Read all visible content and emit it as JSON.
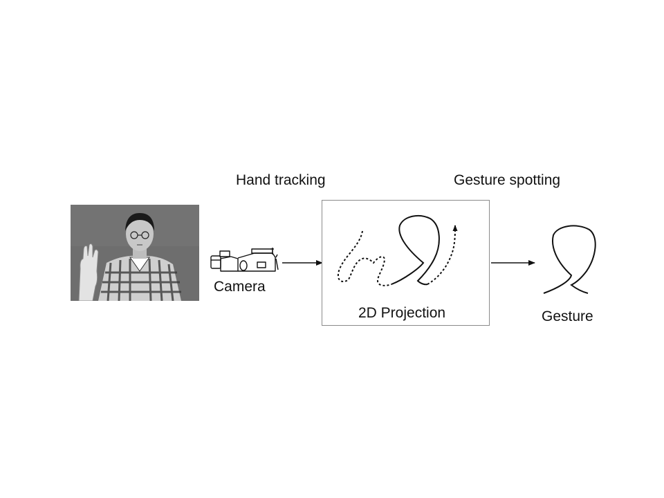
{
  "labels": {
    "hand_tracking": "Hand tracking",
    "gesture_spotting": "Gesture spotting",
    "camera": "Camera",
    "projection": "2D Projection",
    "gesture": "Gesture"
  },
  "icons": {
    "camera": "video-camera-icon",
    "photo": "person-raising-hand-photo"
  },
  "colors": {
    "stroke": "#111111",
    "photo_background": "#6b6b6b",
    "box_border": "#8a8a8a"
  }
}
